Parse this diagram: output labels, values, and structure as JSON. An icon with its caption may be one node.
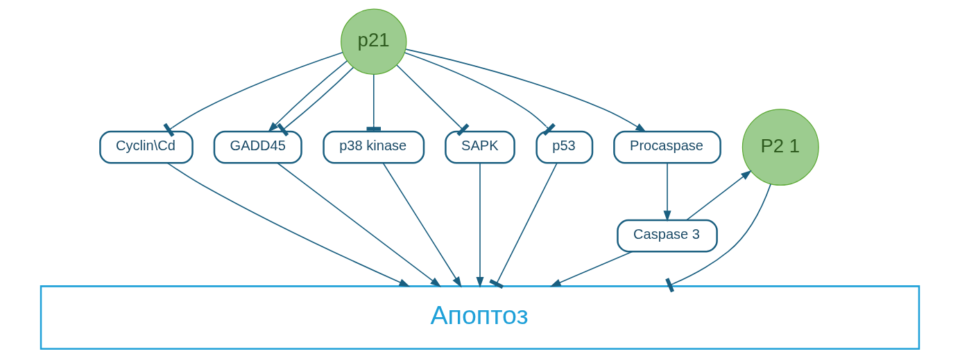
{
  "diagram": {
    "nodes": [
      {
        "text": [
          "p21"
        ]
      },
      {
        "text": [
          "Cyclin\\Cd"
        ]
      },
      {
        "text": [
          "GADD45"
        ]
      },
      {
        "text": [
          "p38 kinase"
        ]
      },
      {
        "text": [
          "SAPK"
        ]
      },
      {
        "text": [
          "p53"
        ]
      },
      {
        "text": [
          "Procaspase"
        ]
      },
      {
        "text": [
          "P2 1"
        ]
      },
      {
        "text": [
          "Caspase 3"
        ]
      },
      {
        "text": [
          "Апоптоз"
        ]
      }
    ],
    "edges": [
      {
        "from": 0,
        "to": 1,
        "arrow": "other"
      },
      {
        "from": 0,
        "to": 2,
        "arrow": "to"
      },
      {
        "from": 0,
        "to": 2,
        "arrow": "other"
      },
      {
        "from": 0,
        "to": 3,
        "arrow": "other"
      },
      {
        "from": 0,
        "to": 4,
        "arrow": "other"
      },
      {
        "from": 0,
        "to": 5,
        "arrow": "other"
      },
      {
        "from": 0,
        "to": 6,
        "arrow": "to"
      },
      {
        "from": 1,
        "to": 9,
        "arrow": "to"
      },
      {
        "from": 2,
        "to": 9,
        "arrow": "to"
      },
      {
        "from": 3,
        "to": 9,
        "arrow": "to"
      },
      {
        "from": 4,
        "to": 9,
        "arrow": "to"
      },
      {
        "from": 5,
        "to": 9,
        "arrow": "other"
      },
      {
        "from": 6,
        "to": 8,
        "arrow": "to"
      },
      {
        "from": 8,
        "to": 7,
        "arrow": "to"
      },
      {
        "from": 8,
        "to": 9,
        "arrow": "to"
      },
      {
        "from": 7,
        "to": 9,
        "arrow": "other"
      }
    ]
  }
}
